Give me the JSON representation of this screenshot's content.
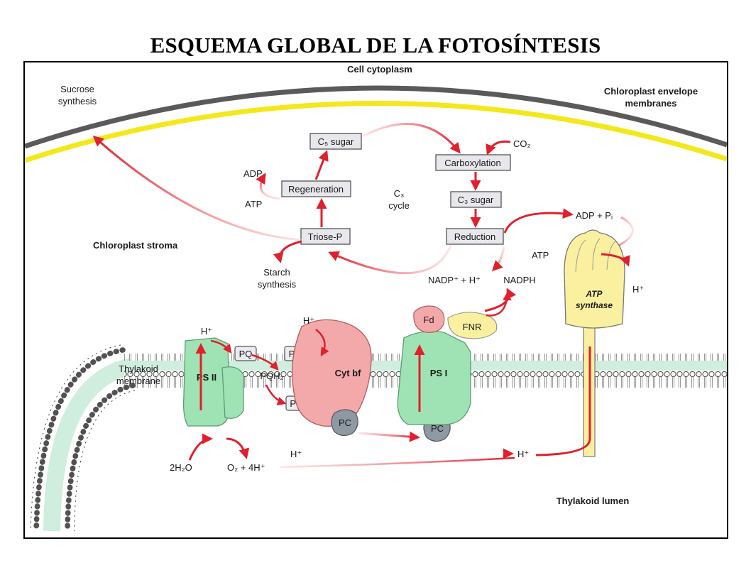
{
  "title": "ESQUEMA GLOBAL DE LA FOTOSÍNTESIS",
  "colors": {
    "envelope_outer": "#5a5a5a",
    "envelope_inner": "#f2e81c",
    "arrow": "#e8343c",
    "psii": "#9fe3b4",
    "cytbf": "#f3a9aa",
    "synthase": "#fbf0a0",
    "pc": "#8d9aa4",
    "membrane_band": "#cfeedd"
  },
  "labels": {
    "cell_cytoplasm": "Cell cytoplasm",
    "envelope_line1": "Chloroplast envelope",
    "envelope_line2": "membranes",
    "sucrose_line1": "Sucrose",
    "sucrose_line2": "synthesis",
    "stroma": "Chloroplast stroma",
    "starch_line1": "Starch",
    "starch_line2": "synthesis",
    "thylakoid_line1": "Thylakoid",
    "thylakoid_line2": "membrane",
    "lumen": "Thylakoid lumen"
  },
  "calvin": {
    "c5": "C₅ sugar",
    "carboxylation": "Carboxylation",
    "co2": "CO₂",
    "c3sugar": "C₃ sugar",
    "reduction": "Reduction",
    "regeneration": "Regeneration",
    "triose": "Triose-P",
    "cycle_line1": "C₃",
    "cycle_line2": "cycle",
    "adp": "ADP",
    "atp": "ATP"
  },
  "chain": {
    "nadp": "NADP⁺ + H⁺",
    "nadph": "NADPH",
    "adp_pi": "ADP + Pᵢ",
    "atp": "ATP",
    "h_synthase": "H⁺",
    "atp_synthase_line1": "ATP",
    "atp_synthase_line2": "synthase",
    "psii": "PS II",
    "psi": "PS I",
    "cytbf": "Cyt bf",
    "fd": "Fd",
    "fnr": "FNR",
    "pq1": "PQ",
    "pq2": "PQ",
    "pqh2_1": "PQH₂",
    "pqh2_2": "PQH₂",
    "pc1": "PC",
    "pc2": "PC",
    "h_psii": "H⁺",
    "h_cyt": "H⁺",
    "h_lumen_left": "H⁺",
    "h_lumen_right": "H⁺",
    "water": "2H₂O",
    "oxygen": "O₂ + 4H⁺"
  }
}
